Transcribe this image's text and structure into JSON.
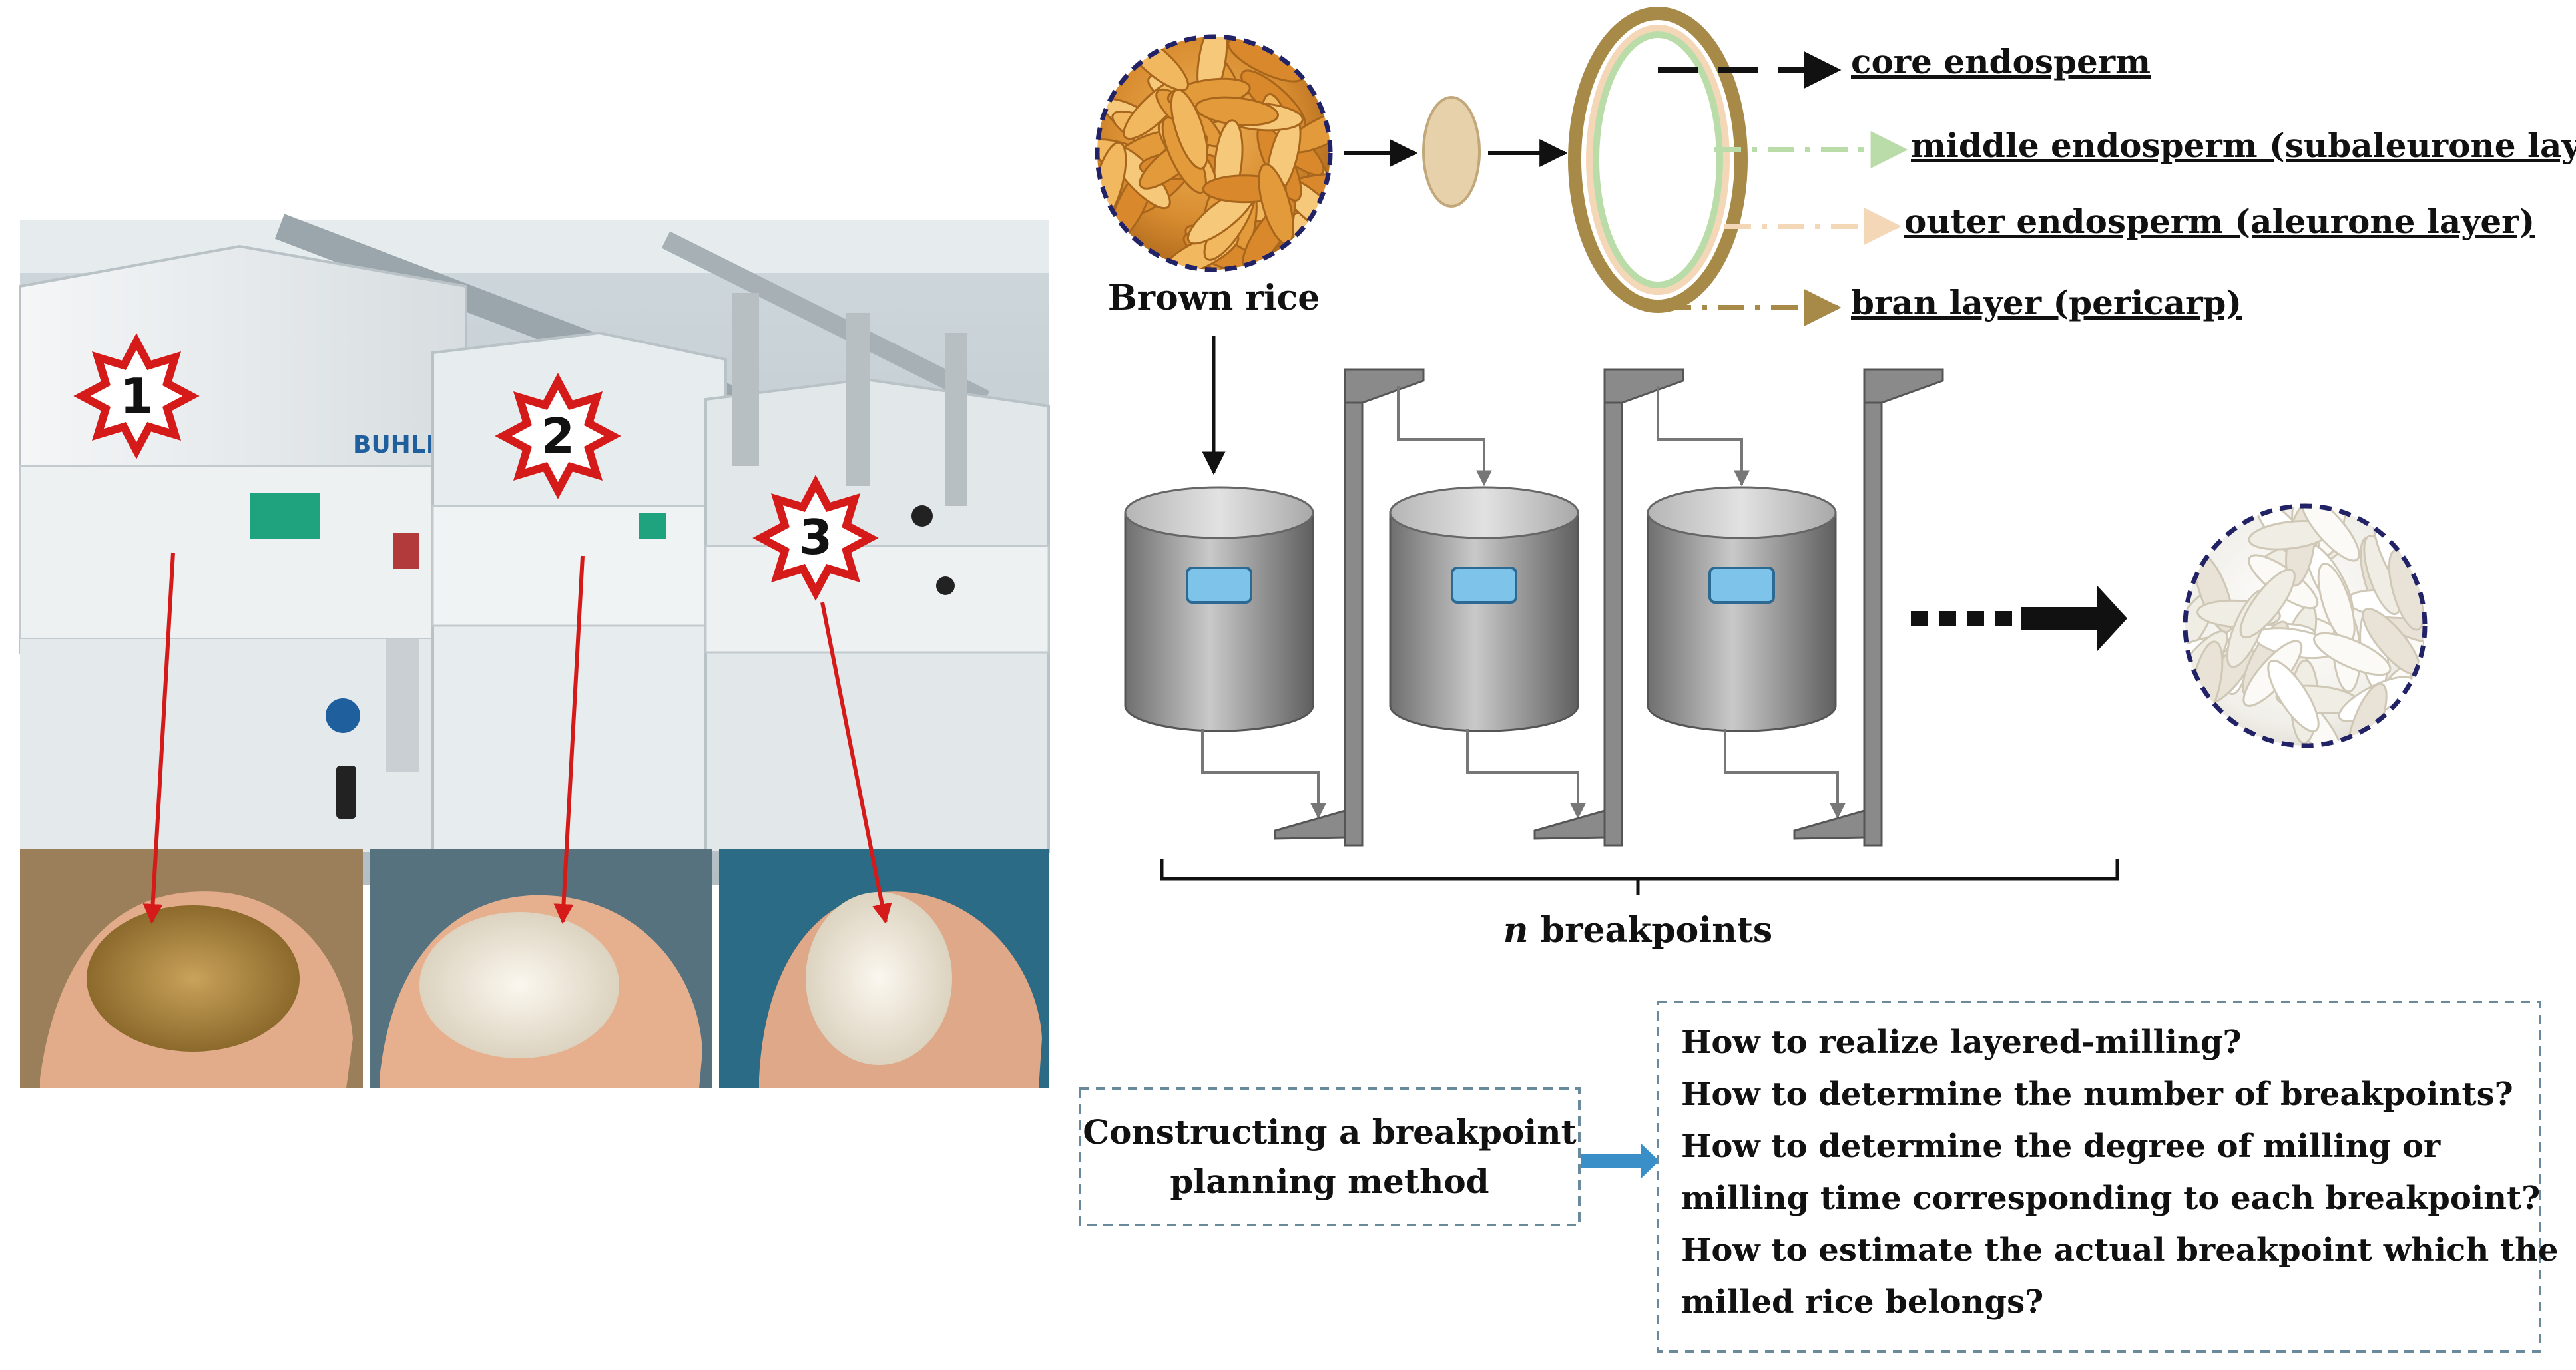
{
  "layers": {
    "core": "core endosperm",
    "middle": "middle endosperm (subaleurone layer)",
    "outer": "outer endosperm (aleurone layer)",
    "bran": "bran layer (pericarp)"
  },
  "brown_rice_label": "Brown rice",
  "breakpoints": {
    "var": "n",
    "text": "breakpoints"
  },
  "photo": {
    "brand": "BUHLER",
    "markers": [
      "1",
      "2",
      "3"
    ]
  },
  "method_box": {
    "line1": "Constructing a breakpoint",
    "line2": "planning method"
  },
  "questions": [
    "How to realize layered-milling?",
    "How to determine the number of breakpoints?",
    "How to determine the degree of milling or",
    "milling time corresponding to each breakpoint?",
    "How to estimate the actual breakpoint which the",
    "milled rice belongs?"
  ],
  "colors": {
    "core": "#111111",
    "middle": "#b9dca8",
    "outer": "#f3d7b6",
    "bran": "#a88a48",
    "arrow_red": "#d51a1a",
    "circle_dash": "#222266",
    "box_dash": "#6a8a9c",
    "blue_arrow": "#3a8fc9"
  }
}
